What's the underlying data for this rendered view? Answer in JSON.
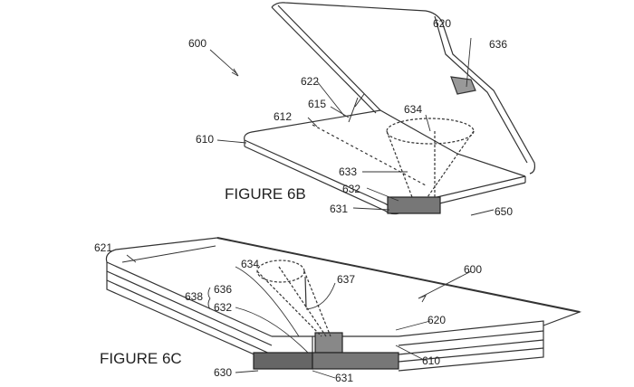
{
  "figure_6b": {
    "title": "FIGURE 6B",
    "labels": {
      "l600": "600",
      "l620": "620",
      "l636": "636",
      "l622": "622",
      "l615": "615",
      "l612": "612",
      "l634": "634",
      "l610": "610",
      "l633": "633",
      "l632": "632",
      "l631": "631",
      "l650": "650"
    }
  },
  "figure_6c": {
    "title": "FIGURE 6C",
    "labels": {
      "l621": "621",
      "l634": "634",
      "l637": "637",
      "l600": "600",
      "l638": "638",
      "l636": "636",
      "l632": "632",
      "l620": "620",
      "l610": "610",
      "l630": "630",
      "l631": "631"
    }
  }
}
